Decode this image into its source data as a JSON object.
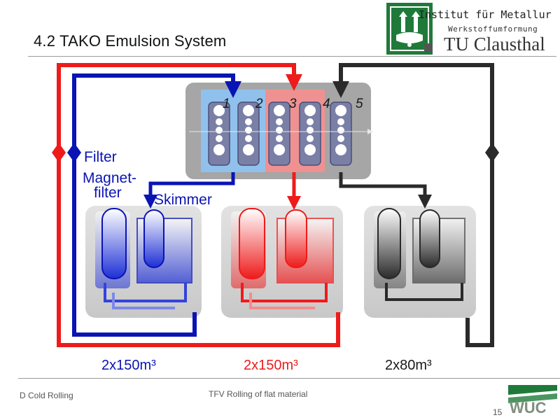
{
  "slide": {
    "title": "4.2 TAKO Emulsion System"
  },
  "institute": {
    "line1": "Institut für Metallur",
    "line2": "Werkstoffumformung",
    "line3": "TU Clausthal"
  },
  "diagram": {
    "stand_numbers": [
      "1",
      "2",
      "3",
      "4",
      "5"
    ],
    "labels": {
      "filter": "Filter",
      "magnet_line1": "Magnet-",
      "magnet_line2": "filter",
      "skimmer": "Skimmer"
    },
    "tank_volumes": [
      "2x150m³",
      "2x150m³",
      "2x80m³"
    ],
    "colors": {
      "blue_circuit": "#0a14b4",
      "red_circuit": "#ee1b1b",
      "black_circuit": "#2a2a2a",
      "mill_frame": "#a6a6a6",
      "blue_zone": "#8ec4f4",
      "red_zone": "#f78f8f"
    }
  },
  "footer": {
    "left": "D Cold Rolling",
    "center": "TFV Rolling of flat material",
    "page": "15",
    "logo_text": "WUC"
  }
}
